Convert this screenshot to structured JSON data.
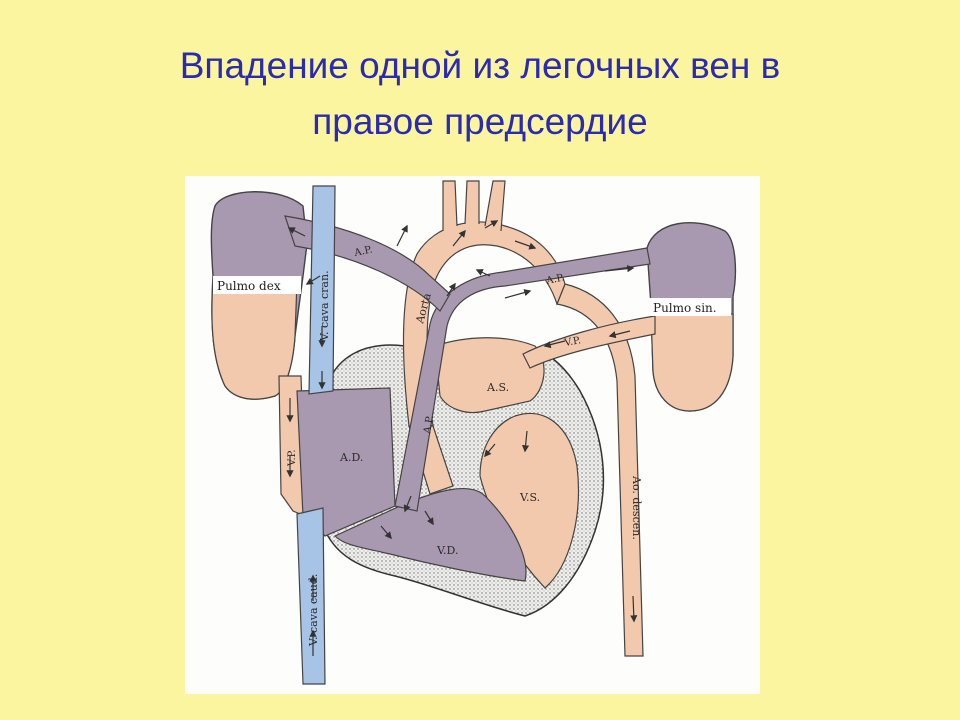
{
  "slide": {
    "title_line1": "Впадение одной из легочных вен в",
    "title_line2": "правое предсердие"
  },
  "diagram": {
    "labels": {
      "pulmo_dex": "Pulmo dex",
      "pulmo_sin": "Pulmo sin.",
      "v_cava_cran": "V. cava cran.",
      "v_cava_caud": "V. cava caud.",
      "ao_descen": "Ao. descen.",
      "aorta": "Aorta",
      "ap_top_left": "A.P.",
      "ap_top_right": "A.P.",
      "ap_trunk": "A.P.",
      "vp_left": "V.P.",
      "vp_right": "V.P.",
      "ad": "A.D.",
      "as": "A.S.",
      "vd": "V.D.",
      "vs": "V.S."
    },
    "colors": {
      "background": "#fbf59f",
      "title": "#2a2bb0",
      "arterial": "#f3c9ad",
      "venous_mixed": "#a999b0",
      "vena_cava": "#a7c3e6",
      "myocardium": "#e8e8e6"
    }
  }
}
